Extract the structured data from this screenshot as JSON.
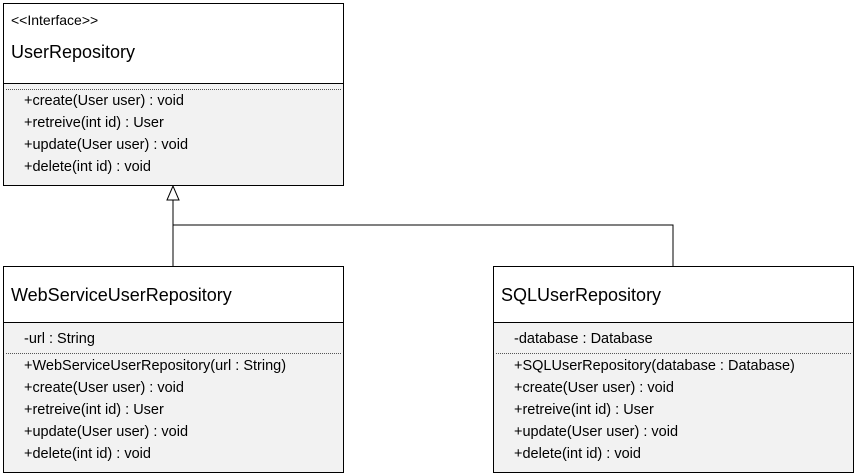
{
  "interface": {
    "stereotype": "<<Interface>>",
    "name": "UserRepository",
    "operations": [
      "+create(User user) : void",
      "+retreive(int id) : User",
      "+update(User user) : void",
      "+delete(int id) : void"
    ]
  },
  "web": {
    "name": "WebServiceUserRepository",
    "attributes": [
      "-url : String"
    ],
    "operations": [
      "+WebServiceUserRepository(url : String)",
      "+create(User user) : void",
      "+retreive(int id) : User",
      "+update(User user) : void",
      "+delete(int id) : void"
    ]
  },
  "sql": {
    "name": "SQLUserRepository",
    "attributes": [
      "-database : Database"
    ],
    "operations": [
      "+SQLUserRepository(database : Database)",
      "+create(User user) : void",
      "+retreive(int id) : User",
      "+update(User user) : void",
      "+delete(int id) : void"
    ]
  }
}
